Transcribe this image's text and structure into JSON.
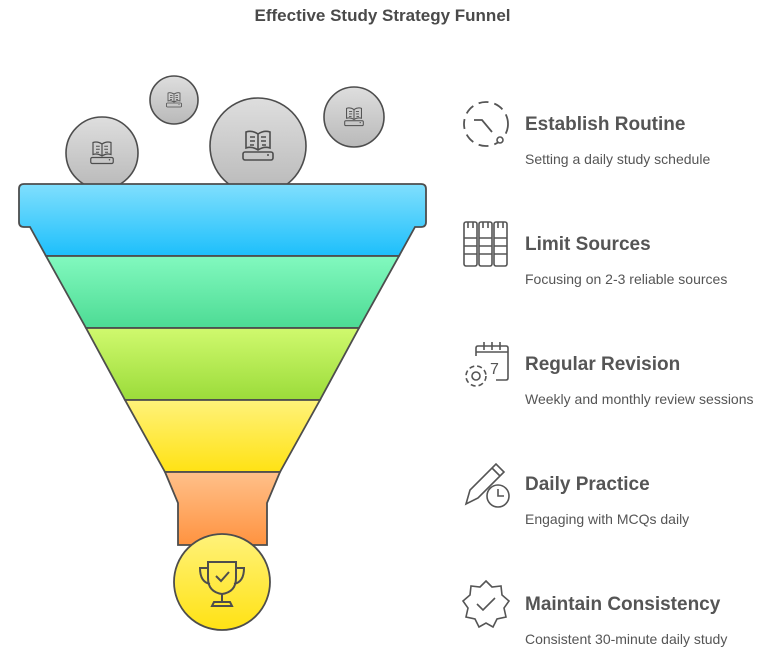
{
  "title": "Effective Study Strategy Funnel",
  "colors": {
    "blue": "#29c3fb",
    "green": "#5fe6a6",
    "lime": "#b0e84f",
    "yellow": "#ffe631",
    "orange": "#ff9e55",
    "trophy": "#ffe44d",
    "stroke": "#4d4d4d",
    "text": "#555555"
  },
  "input_icons": [
    "book-icon",
    "book-icon",
    "book-icon",
    "book-icon"
  ],
  "steps": [
    {
      "icon": "clock-icon",
      "title": "Establish Routine",
      "desc": "Setting a daily study schedule"
    },
    {
      "icon": "books-icon",
      "title": "Limit Sources",
      "desc": "Focusing on 2-3 reliable sources"
    },
    {
      "icon": "calendar-gear-icon",
      "title": "Regular Revision",
      "desc": "Weekly and monthly review sessions"
    },
    {
      "icon": "pencil-clock-icon",
      "title": "Daily Practice",
      "desc": "Engaging with MCQs daily"
    },
    {
      "icon": "badge-check-icon",
      "title": "Maintain Consistency",
      "desc": "Consistent 30-minute daily study"
    }
  ],
  "output_icon": "trophy-icon"
}
